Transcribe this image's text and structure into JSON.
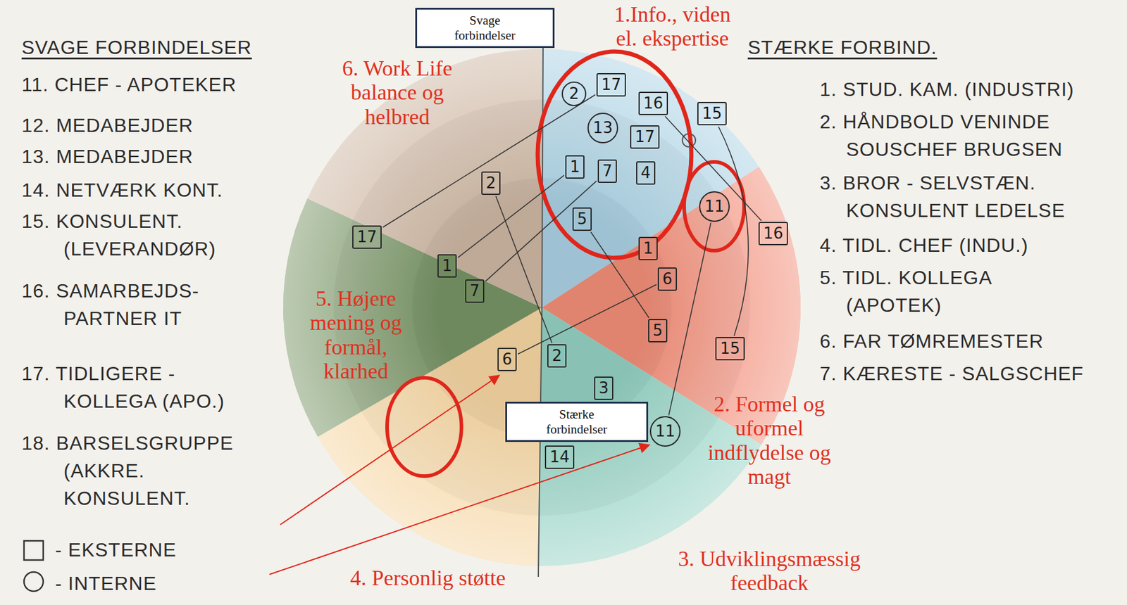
{
  "diagram": {
    "nodes": [
      {
        "text": [
          "Svage forbindelser"
        ]
      },
      {
        "text": [
          "2"
        ]
      },
      {
        "text": [
          "17"
        ]
      },
      {
        "text": [
          "16"
        ]
      },
      {
        "text": [
          "15"
        ]
      },
      {
        "text": [
          "13"
        ]
      },
      {
        "text": [
          "17"
        ]
      },
      {
        "text": [
          "1"
        ]
      },
      {
        "text": [
          "7"
        ]
      },
      {
        "text": [
          "4"
        ]
      },
      {
        "text": [
          "5"
        ]
      },
      {
        "text": [
          "11"
        ]
      },
      {
        "text": [
          "16"
        ]
      },
      {
        "text": [
          "1"
        ]
      },
      {
        "text": [
          "6"
        ]
      },
      {
        "text": [
          "5"
        ]
      },
      {
        "text": [
          "15"
        ]
      },
      {
        "text": [
          "2"
        ]
      },
      {
        "text": [
          "3"
        ]
      },
      {
        "text": [
          "11"
        ]
      },
      {
        "text": [
          "14"
        ]
      },
      {
        "text": [
          "6"
        ]
      },
      {
        "text": [
          "17"
        ]
      },
      {
        "text": [
          "1"
        ]
      },
      {
        "text": [
          "7"
        ]
      },
      {
        "text": [
          "2"
        ]
      },
      {
        "text": [
          "Stærke forbindelser"
        ]
      }
    ],
    "edges": [
      {
        "from": 22,
        "to": 2,
        "arrow": "none"
      },
      {
        "from": 23,
        "to": 7,
        "arrow": "none"
      },
      {
        "from": 24,
        "to": 8,
        "arrow": "none"
      },
      {
        "from": 25,
        "to": 17,
        "arrow": "none"
      },
      {
        "from": 21,
        "to": 14,
        "arrow": "none"
      },
      {
        "from": 10,
        "to": 15,
        "arrow": "none"
      },
      {
        "from": 3,
        "to": 12,
        "arrow": "none"
      },
      {
        "from": 4,
        "to": 16,
        "arrow": "none"
      },
      {
        "from": 11,
        "to": 19,
        "arrow": "none"
      }
    ],
    "labels": [
      "SVAGE FORBINDELSER",
      "11. CHEF - APOTEKER",
      "12. MEDABEJDER",
      "13. MEDABEJDER",
      "14. NETVÆRK KONT.",
      "15. KONSULENT. (LEVERANDØR)",
      "16. SAMARBEJDS- PARTNER IT",
      "17. TIDLIGERE - KOLLEGA (APO.)",
      "18. BARSELSGRUPPE (AKKRE. KONSULENT.",
      "STÆRKE FORBIND.",
      "1. STUD. KAM. (INDUSTRI)",
      "2. HÅNDBOLD VENINDE SOUSCHEF BRUGSEN",
      "3. BROR - SELVSTÆN. KONSULENT LEDELSE",
      "4. TIDL. CHEF (INDU.)",
      "5. TIDL. KOLLEGA (APOTEK)",
      "6. FAR TØMREMESTER",
      "7. KÆRESTE - SALGSCHEF",
      "1.Info., viden el. ekspertise",
      "6. Work Life balance og helbred",
      "5. Højere mening og formål, klarhed",
      "2. Formel og uformel indflydelse og magt",
      "3. Udviklingsmæssig feedback",
      "4. Personlig støtte"
    ],
    "legend": [
      {
        "text": "- EKSTERNE"
      },
      {
        "text": "- INTERNE"
      }
    ]
  }
}
